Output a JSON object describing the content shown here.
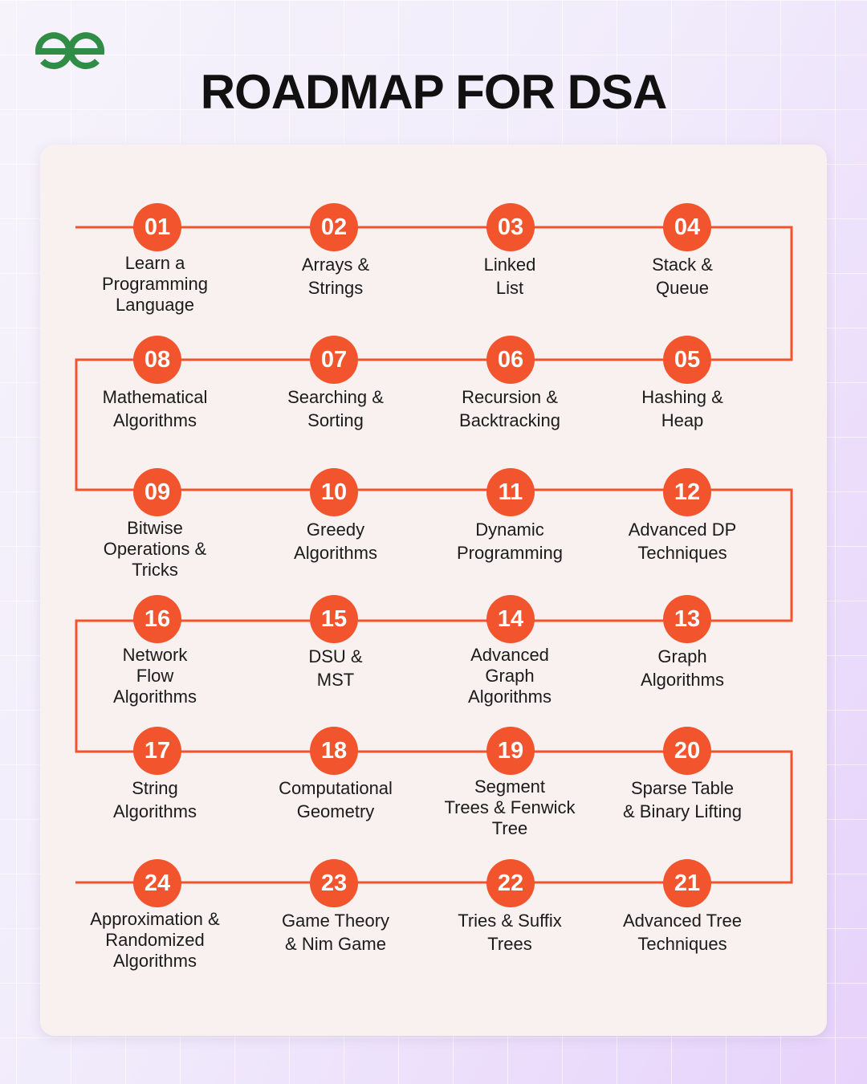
{
  "title": "ROADMAP FOR DSA",
  "brand": {
    "logo_icon": "geeksforgeeks-logo-icon",
    "color": "#2f8d46"
  },
  "colors": {
    "accent": "#f2542d",
    "card": "#f8f1ef",
    "text": "#1b1b1b"
  },
  "steps": [
    {
      "number": "01",
      "label": "Learn a\nProgramming\nLanguage"
    },
    {
      "number": "02",
      "label": "Arrays &\nStrings"
    },
    {
      "number": "03",
      "label": "Linked\nList"
    },
    {
      "number": "04",
      "label": "Stack &\nQueue"
    },
    {
      "number": "05",
      "label": "Hashing &\nHeap"
    },
    {
      "number": "06",
      "label": "Recursion &\nBacktracking"
    },
    {
      "number": "07",
      "label": "Searching &\nSorting"
    },
    {
      "number": "08",
      "label": "Mathematical\nAlgorithms"
    },
    {
      "number": "09",
      "label": "Bitwise\nOperations &\nTricks"
    },
    {
      "number": "10",
      "label": "Greedy\nAlgorithms"
    },
    {
      "number": "11",
      "label": "Dynamic\nProgramming"
    },
    {
      "number": "12",
      "label": "Advanced DP\nTechniques"
    },
    {
      "number": "13",
      "label": "Graph\nAlgorithms"
    },
    {
      "number": "14",
      "label": "Advanced\nGraph\nAlgorithms"
    },
    {
      "number": "15",
      "label": "DSU &\nMST"
    },
    {
      "number": "16",
      "label": "Network\nFlow\nAlgorithms"
    },
    {
      "number": "17",
      "label": "String\nAlgorithms"
    },
    {
      "number": "18",
      "label": "Computational\nGeometry"
    },
    {
      "number": "19",
      "label": "Segment\nTrees & Fenwick\nTree"
    },
    {
      "number": "20",
      "label": "Sparse Table\n& Binary Lifting"
    },
    {
      "number": "21",
      "label": "Advanced Tree\nTechniques"
    },
    {
      "number": "22",
      "label": "Tries & Suffix\nTrees"
    },
    {
      "number": "23",
      "label": "Game Theory\n& Nim Game"
    },
    {
      "number": "24",
      "label": "Approximation &\nRandomized\nAlgorithms"
    }
  ]
}
